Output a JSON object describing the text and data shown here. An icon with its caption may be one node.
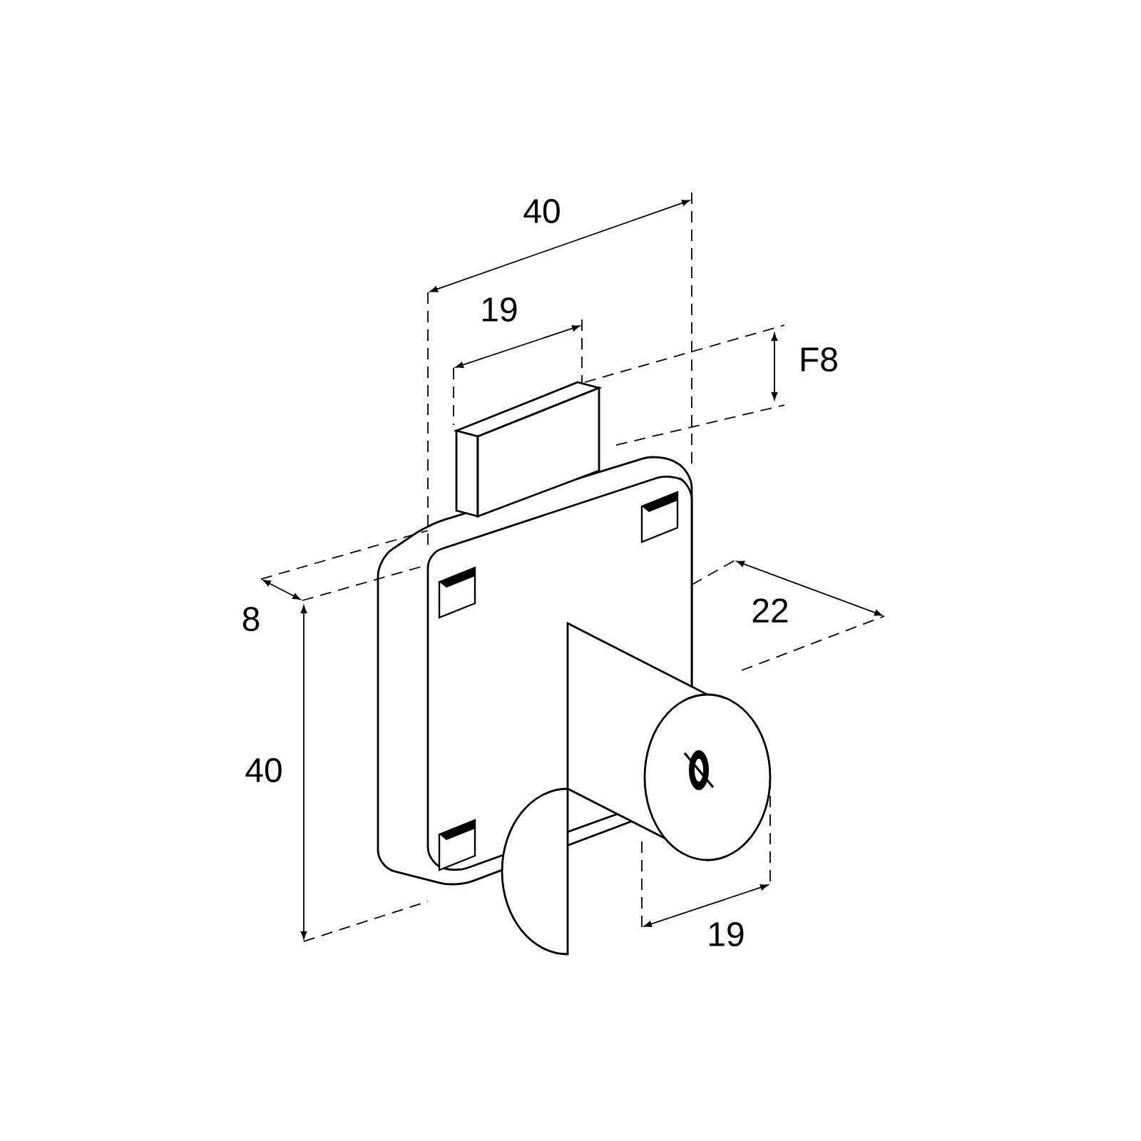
{
  "diagram": {
    "labels": [
      "40",
      "19",
      "F8",
      "8",
      "22",
      "40",
      "19"
    ]
  }
}
